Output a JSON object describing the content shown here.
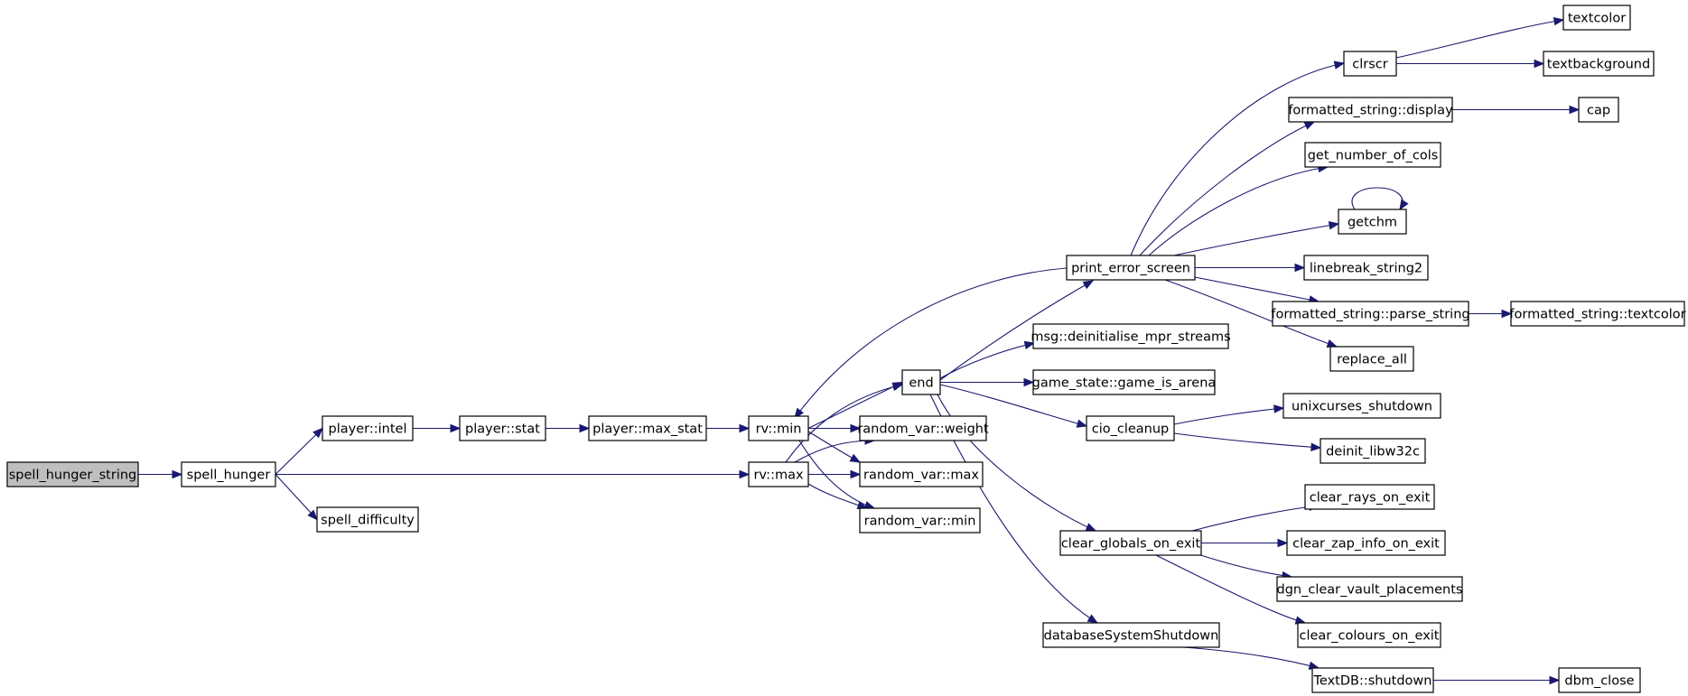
{
  "graph": {
    "nodes": [
      {
        "id": "spell_hunger_string",
        "label": "spell_hunger_string",
        "root": true
      },
      {
        "id": "spell_hunger",
        "label": "spell_hunger"
      },
      {
        "id": "player_intel",
        "label": "player::intel"
      },
      {
        "id": "spell_difficulty",
        "label": "spell_difficulty"
      },
      {
        "id": "player_stat",
        "label": "player::stat"
      },
      {
        "id": "player_max_stat",
        "label": "player::max_stat"
      },
      {
        "id": "rv_min",
        "label": "rv::min"
      },
      {
        "id": "rv_max",
        "label": "rv::max"
      },
      {
        "id": "end",
        "label": "end"
      },
      {
        "id": "rv_weight",
        "label": "random_var::weight"
      },
      {
        "id": "rv_max2",
        "label": "random_var::max"
      },
      {
        "id": "rv_min2",
        "label": "random_var::min"
      },
      {
        "id": "print_error_screen",
        "label": "print_error_screen"
      },
      {
        "id": "msg_deinit",
        "label": "msg::deinitialise_mpr_streams"
      },
      {
        "id": "game_is_arena",
        "label": "game_state::game_is_arena"
      },
      {
        "id": "cio_cleanup",
        "label": "cio_cleanup"
      },
      {
        "id": "clear_globals",
        "label": "clear_globals_on_exit"
      },
      {
        "id": "db_shutdown",
        "label": "databaseSystemShutdown"
      },
      {
        "id": "clrscr",
        "label": "clrscr"
      },
      {
        "id": "fs_display",
        "label": "formatted_string::display"
      },
      {
        "id": "get_cols",
        "label": "get_number_of_cols"
      },
      {
        "id": "getchm",
        "label": "getchm"
      },
      {
        "id": "linebreak",
        "label": "linebreak_string2"
      },
      {
        "id": "fs_parse",
        "label": "formatted_string::parse_string"
      },
      {
        "id": "replace_all",
        "label": "replace_all"
      },
      {
        "id": "unixcurses",
        "label": "unixcurses_shutdown"
      },
      {
        "id": "deinit_libw32c",
        "label": "deinit_libw32c"
      },
      {
        "id": "clear_rays",
        "label": "clear_rays_on_exit"
      },
      {
        "id": "clear_zap",
        "label": "clear_zap_info_on_exit"
      },
      {
        "id": "dgn_clear",
        "label": "dgn_clear_vault_placements"
      },
      {
        "id": "clear_colours",
        "label": "clear_colours_on_exit"
      },
      {
        "id": "textdb_shutdown",
        "label": "TextDB::shutdown"
      },
      {
        "id": "textcolor",
        "label": "textcolor"
      },
      {
        "id": "textbackground",
        "label": "textbackground"
      },
      {
        "id": "cap",
        "label": "cap"
      },
      {
        "id": "fs_textcolor",
        "label": "formatted_string::textcolor"
      },
      {
        "id": "dbm_close",
        "label": "dbm_close"
      }
    ],
    "edges": [
      [
        "spell_hunger_string",
        "spell_hunger"
      ],
      [
        "spell_hunger",
        "player_intel"
      ],
      [
        "spell_hunger",
        "rv_max"
      ],
      [
        "spell_hunger",
        "spell_difficulty"
      ],
      [
        "player_intel",
        "player_stat"
      ],
      [
        "player_stat",
        "player_max_stat"
      ],
      [
        "player_max_stat",
        "rv_min"
      ],
      [
        "rv_min",
        "end"
      ],
      [
        "rv_min",
        "rv_weight"
      ],
      [
        "rv_min",
        "rv_max2"
      ],
      [
        "rv_min",
        "rv_min2"
      ],
      [
        "rv_max",
        "end"
      ],
      [
        "rv_max",
        "rv_weight"
      ],
      [
        "rv_max",
        "rv_max2"
      ],
      [
        "rv_max",
        "rv_min2"
      ],
      [
        "end",
        "print_error_screen"
      ],
      [
        "end",
        "msg_deinit"
      ],
      [
        "end",
        "game_is_arena"
      ],
      [
        "end",
        "cio_cleanup"
      ],
      [
        "end",
        "clear_globals"
      ],
      [
        "end",
        "db_shutdown"
      ],
      [
        "print_error_screen",
        "rv_min"
      ],
      [
        "print_error_screen",
        "clrscr"
      ],
      [
        "print_error_screen",
        "fs_display"
      ],
      [
        "print_error_screen",
        "get_cols"
      ],
      [
        "print_error_screen",
        "getchm"
      ],
      [
        "print_error_screen",
        "linebreak"
      ],
      [
        "print_error_screen",
        "fs_parse"
      ],
      [
        "print_error_screen",
        "replace_all"
      ],
      [
        "cio_cleanup",
        "unixcurses"
      ],
      [
        "cio_cleanup",
        "deinit_libw32c"
      ],
      [
        "clear_globals",
        "clear_rays"
      ],
      [
        "clear_globals",
        "clear_zap"
      ],
      [
        "clear_globals",
        "dgn_clear"
      ],
      [
        "clear_globals",
        "clear_colours"
      ],
      [
        "db_shutdown",
        "textdb_shutdown"
      ],
      [
        "clrscr",
        "textcolor"
      ],
      [
        "clrscr",
        "textbackground"
      ],
      [
        "fs_display",
        "cap"
      ],
      [
        "getchm",
        "getchm"
      ],
      [
        "fs_parse",
        "fs_textcolor"
      ],
      [
        "textdb_shutdown",
        "dbm_close"
      ]
    ]
  }
}
